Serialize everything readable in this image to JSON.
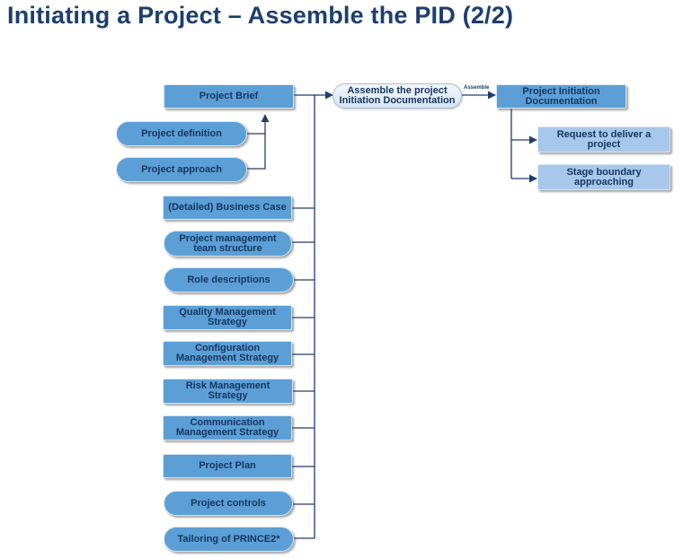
{
  "title": "Initiating a Project – Assemble the PID (2/2)",
  "inputs": {
    "project_brief": "Project Brief",
    "project_definition": "Project definition",
    "project_approach": "Project approach",
    "business_case": "(Detailed) Business Case",
    "team_structure": "Project management team structure",
    "role_descriptions": "Role descriptions",
    "quality_strategy": "Quality Management Strategy",
    "config_strategy": "Configuration Management Strategy",
    "risk_strategy": "Risk Management Strategy",
    "comm_strategy": "Communication Management Strategy",
    "project_plan": "Project Plan",
    "project_controls": "Project controls",
    "tailoring": "Tailoring of PRINCE2*"
  },
  "activity": "Assemble the project Initiation Documentation",
  "arrow_label": "Assemble",
  "output": "Project Initiation Documentation",
  "next_steps": {
    "request": "Request to deliver a project",
    "stage_boundary": "Stage boundary approaching"
  },
  "colors": {
    "title": "#1d3e6e",
    "box": "#5c9fd6",
    "box_light": "#a7c8ea",
    "line": "#1d3e6e"
  }
}
